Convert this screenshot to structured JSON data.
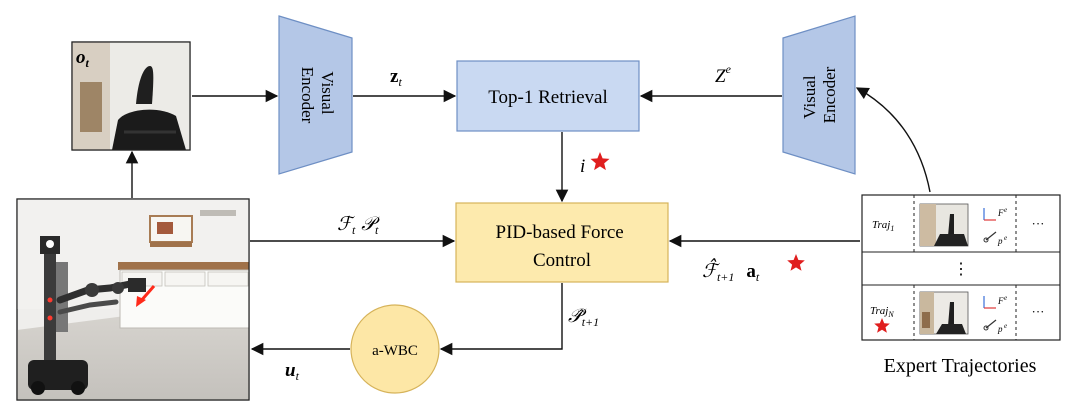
{
  "observation": {
    "label": "o",
    "subscript": "t"
  },
  "visual_encoder_left": {
    "line1": "Visual",
    "line2": "Encoder"
  },
  "visual_encoder_right": {
    "line1": "Visual",
    "line2": "Encoder"
  },
  "edges": {
    "z_t": {
      "main": "z",
      "sub": "t"
    },
    "Z_e": {
      "main": "Z",
      "sup": "e"
    },
    "i_star": {
      "main": "i"
    },
    "F_t_P_t": {
      "f": "ℱ",
      "f_sub": "t",
      "p": "𝒫",
      "p_sub": "t"
    },
    "F_hat_a_t": {
      "f": "ℱ̂",
      "f_sub": "t+1",
      "a": "a",
      "a_sub": "t"
    },
    "P_hat": {
      "p": "𝒫̂",
      "p_sub": "t+1"
    },
    "u_t": {
      "u": "u",
      "u_sub": "t"
    }
  },
  "retrieval_box": {
    "label": "Top-1 Retrieval"
  },
  "pid_box": {
    "line1": "PID-based Force",
    "line2": "Control"
  },
  "wbc_circle": {
    "label": "a-WBC"
  },
  "expert_table": {
    "row1_label": {
      "main": "Traj",
      "sub": "1"
    },
    "rowN_label": {
      "main": "Traj",
      "sub": "N"
    },
    "ellipsis_h": "···",
    "ellipsis_v": "⋮",
    "caption": "Expert Trajectories"
  },
  "colors": {
    "encoder_fill": "#b4c7e7",
    "encoder_stroke": "#6e8fc4",
    "retrieval_fill": "#c9d9f2",
    "retrieval_stroke": "#6e8fc4",
    "pid_fill": "#fdeaad",
    "pid_stroke": "#d6b35a",
    "wbc_fill": "#fde7a6",
    "wbc_stroke": "#d6b35a",
    "star": "#e01e1e"
  }
}
